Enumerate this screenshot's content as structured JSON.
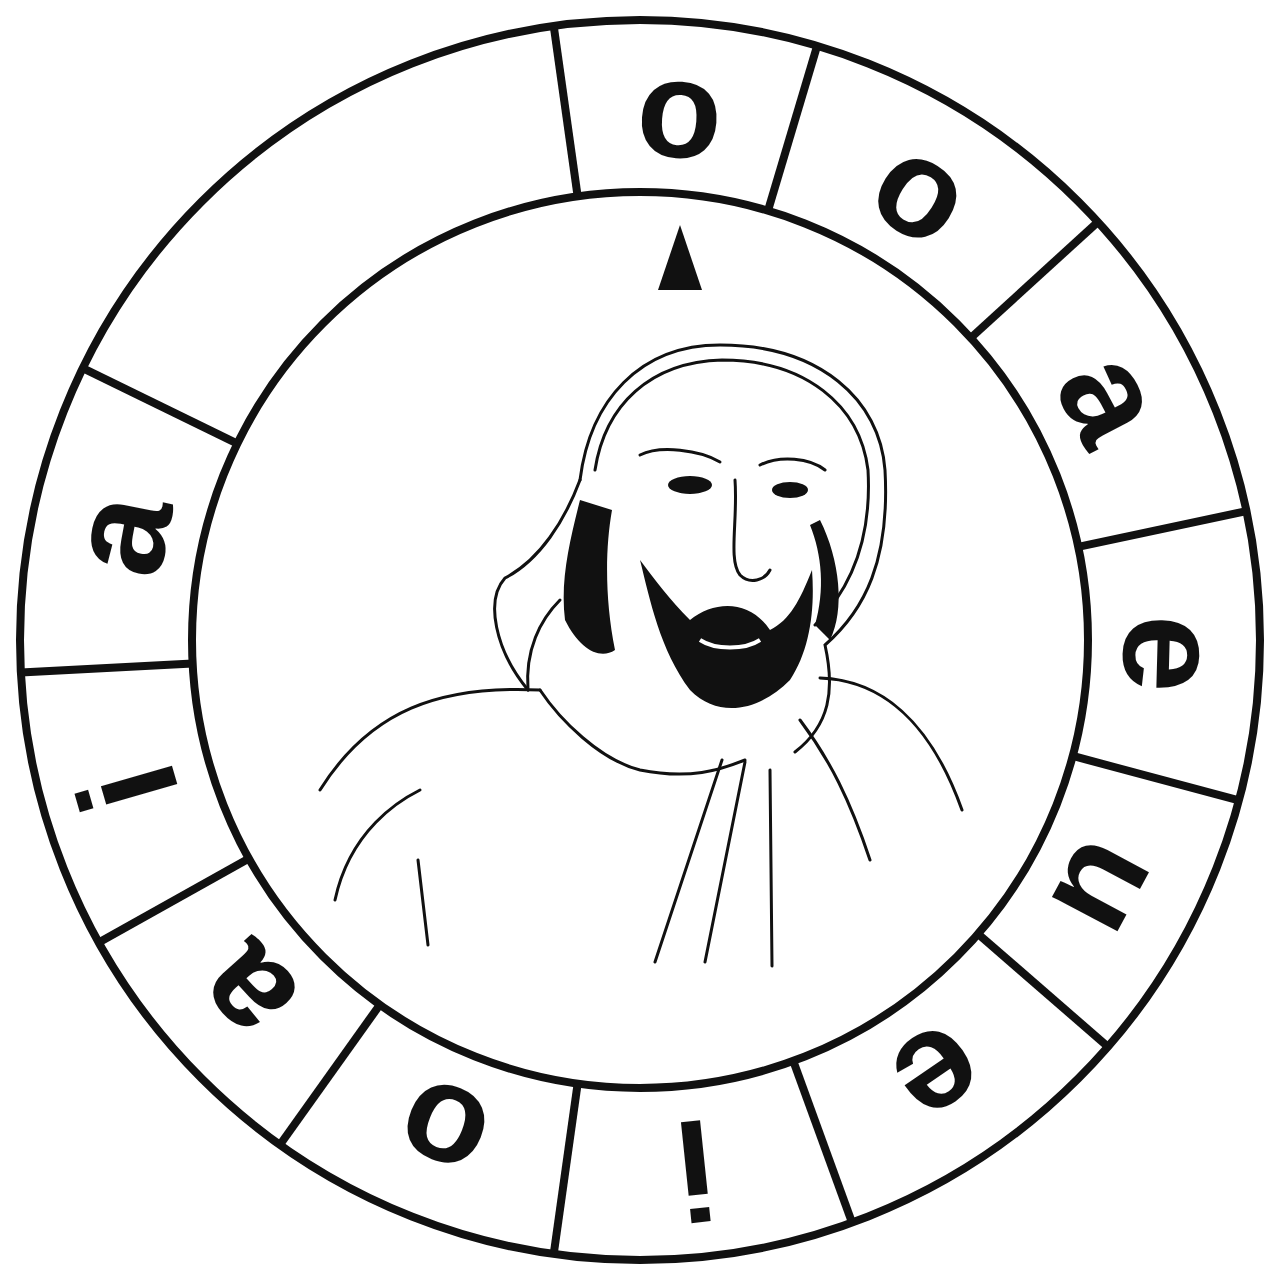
{
  "diagram": {
    "nodes": [
      {
        "text": [
          "o"
        ]
      },
      {
        "text": [
          "o"
        ]
      },
      {
        "text": [
          "a"
        ]
      },
      {
        "text": [
          "e"
        ]
      },
      {
        "text": [
          "u"
        ]
      },
      {
        "text": [
          "e"
        ]
      },
      {
        "text": [
          "i"
        ]
      },
      {
        "text": [
          "o"
        ]
      },
      {
        "text": [
          "a"
        ]
      },
      {
        "text": [
          "i"
        ]
      },
      {
        "text": [
          "a"
        ]
      }
    ]
  }
}
